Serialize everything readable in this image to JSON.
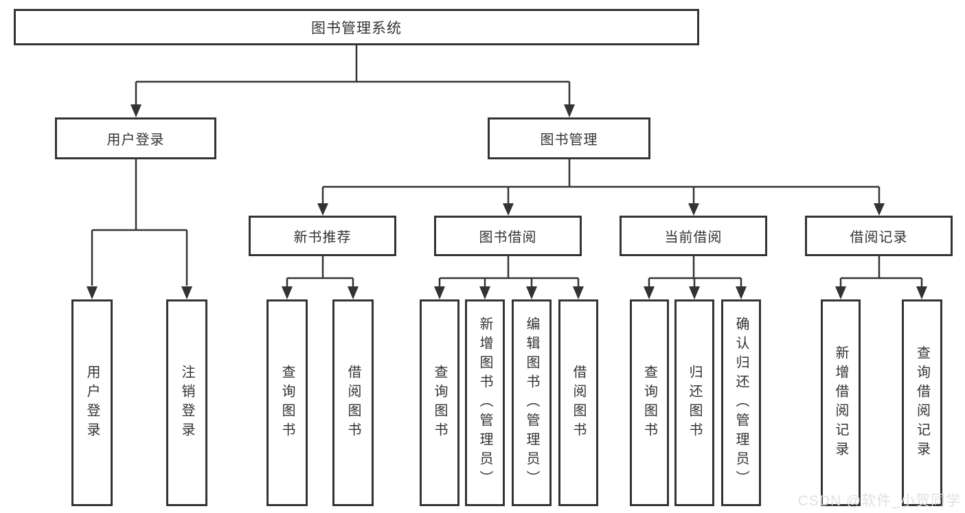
{
  "diagram": {
    "type": "hierarchy-tree",
    "colors": {
      "line": "#333333",
      "box_border": "#333333",
      "box_bg": "#ffffff",
      "text": "#333333",
      "watermark_text": "#e0dede"
    },
    "tree": {
      "root": {
        "label": "图书管理系统",
        "children": [
          {
            "label": "用户登录",
            "children": [
              {
                "label": "用户登录"
              },
              {
                "label": "注销登录"
              }
            ]
          },
          {
            "label": "图书管理",
            "children": [
              {
                "label": "新书推荐",
                "children": [
                  {
                    "label": "查询图书"
                  },
                  {
                    "label": "借阅图书"
                  }
                ]
              },
              {
                "label": "图书借阅",
                "children": [
                  {
                    "label": "查询图书"
                  },
                  {
                    "label": "新增图书（管理员）"
                  },
                  {
                    "label": "编辑图书（管理员）"
                  },
                  {
                    "label": "借阅图书"
                  }
                ]
              },
              {
                "label": "当前借阅",
                "children": [
                  {
                    "label": "查询图书"
                  },
                  {
                    "label": "归还图书"
                  },
                  {
                    "label": "确认归还（管理员）"
                  }
                ]
              },
              {
                "label": "借阅记录",
                "children": [
                  {
                    "label": "新增借阅记录"
                  },
                  {
                    "label": "查询借阅记录"
                  }
                ]
              }
            ]
          }
        ]
      }
    },
    "watermark": "CSDN @软件_小贺同学"
  }
}
